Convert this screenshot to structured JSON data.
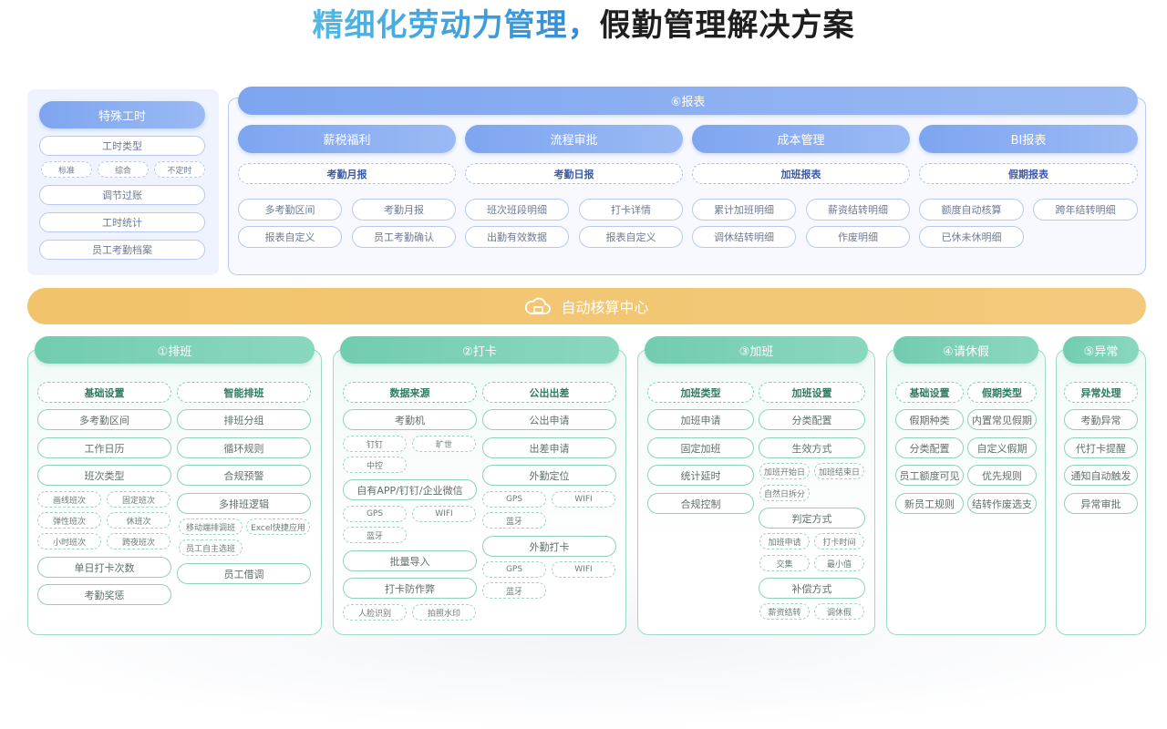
{
  "title": {
    "part1": "精细化劳动力管理，",
    "part2": "假勤管理解决方案"
  },
  "special": {
    "header": "特殊工时",
    "type": "工时类型",
    "subs": [
      "标准",
      "综合",
      "不定时"
    ],
    "items": [
      "调节过账",
      "工时统计",
      "员工考勤档案"
    ]
  },
  "report": {
    "title": "⑥报表",
    "columns": [
      {
        "header": "薪税福利",
        "sub": "考勤月报",
        "items": [
          "多考勤区间",
          "考勤月报",
          "报表自定义",
          "员工考勤确认"
        ]
      },
      {
        "header": "流程审批",
        "sub": "考勤日报",
        "items": [
          "班次班段明细",
          "打卡详情",
          "出勤有效数据",
          "报表自定义"
        ]
      },
      {
        "header": "成本管理",
        "sub": "加班报表",
        "items": [
          "累计加班明细",
          "薪资结转明细",
          "调休结转明细",
          "作废明细"
        ]
      },
      {
        "header": "BI报表",
        "sub": "假期报表",
        "items": [
          "额度自动核算",
          "跨年结转明细",
          "已休未休明细"
        ]
      }
    ]
  },
  "center": {
    "label": "自动核算中心",
    "icon": "cloud-icon"
  },
  "modules": {
    "m1": {
      "title": "①排班",
      "c1": {
        "head": "基础设置",
        "a": "多考勤区间",
        "b": "工作日历",
        "c": "班次类型",
        "subs": [
          "画线班次",
          "固定班次",
          "弹性班次",
          "休班次",
          "小时班次",
          "跨夜班次"
        ],
        "d": "单日打卡次数",
        "e": "考勤奖惩"
      },
      "c2": {
        "head": "智能排班",
        "a": "排班分组",
        "b": "循环规则",
        "c": "合规预警",
        "d": "多排班逻辑",
        "subs": [
          "移动端排调班",
          "Excel快捷应用",
          "员工自主选班"
        ],
        "e": "员工借调"
      }
    },
    "m2": {
      "title": "②打卡",
      "c1": {
        "head": "数据来源",
        "a": "考勤机",
        "aSubs": [
          "钉钉",
          "旷世",
          "中控"
        ],
        "b": "自有APP/钉钉/企业微信",
        "bSubs": [
          "GPS",
          "WIFI",
          "蓝牙"
        ],
        "c": "批量导入",
        "d": "打卡防作弊",
        "dSubs": [
          "人脸识别",
          "拍照水印"
        ]
      },
      "c2": {
        "head": "公出出差",
        "a": "公出申请",
        "b": "出差申请",
        "c": "外勤定位",
        "cSubs": [
          "GPS",
          "WIFI",
          "蓝牙"
        ],
        "d": "外勤打卡",
        "dSubs": [
          "GPS",
          "WIFI",
          "蓝牙"
        ]
      }
    },
    "m3": {
      "title": "③加班",
      "c1": {
        "head": "加班类型",
        "items": [
          "加班申请",
          "固定加班",
          "统计延时",
          "合规控制"
        ]
      },
      "c2": {
        "head": "加班设置",
        "a": "分类配置",
        "b": "生效方式",
        "bSubs": [
          "加班开始日",
          "加班结束日",
          "自然日拆分"
        ],
        "c": "判定方式",
        "cSubs": [
          "加班申请",
          "打卡时间",
          "交集",
          "最小值"
        ],
        "d": "补偿方式",
        "dSubs": [
          "薪资结转",
          "调休假"
        ]
      }
    },
    "m4": {
      "title": "④请休假",
      "c1": {
        "head": "基础设置",
        "items": [
          "假期种类",
          "分类配置",
          "员工额度可见",
          "新员工规则"
        ]
      },
      "c2": {
        "head": "假期类型",
        "items": [
          "内置常见假期",
          "自定义假期",
          "优先规则",
          "结转作废选支"
        ]
      }
    },
    "m5": {
      "title": "⑤异常",
      "head": "异常处理",
      "items": [
        "考勤异常",
        "代打卡提醒",
        "通知自动触发",
        "异常审批"
      ]
    }
  },
  "colors": {
    "blue": "#7ea5f0",
    "green": "#72ccb0",
    "orange": "#f1c36a"
  }
}
